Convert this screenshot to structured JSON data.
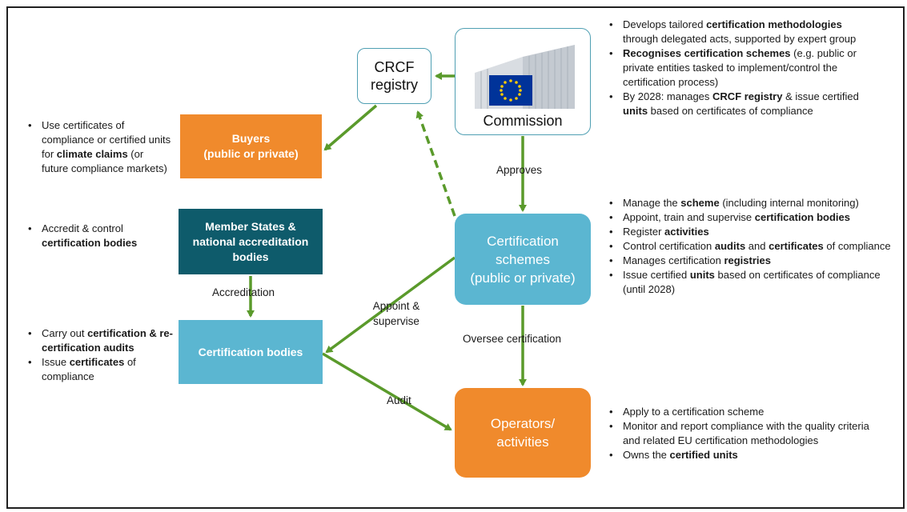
{
  "crcf": {
    "line1": "CRCF",
    "line2": "registry"
  },
  "commission": {
    "label": "Commission"
  },
  "buyers": {
    "line1": "Buyers",
    "line2": "(public or private)"
  },
  "member_states": {
    "line1": "Member States &",
    "line2": "national accreditation",
    "line3": "bodies"
  },
  "cert_bodies": {
    "label": "Certification bodies"
  },
  "schemes": {
    "line1": "Certification",
    "line2": "schemes",
    "line3": "(public or private)"
  },
  "operators": {
    "line1": "Operators/",
    "line2": "activities"
  },
  "flows": {
    "approves": "Approves",
    "accreditation": "Accreditation",
    "appoint_1": "Appoint &",
    "appoint_2": "supervise",
    "oversee": "Oversee certification",
    "audit": "Audit"
  },
  "notes": {
    "commission": [
      [
        {
          "t": "Develops tailored "
        },
        {
          "t": "certification methodologies",
          "b": true
        },
        {
          "t": " through delegated acts, supported by expert group"
        }
      ],
      [
        {
          "t": "Recognises certification schemes",
          "b": true
        },
        {
          "t": " (e.g. public or private entities tasked to implement/control the certification process)"
        }
      ],
      [
        {
          "t": "By 2028: manages "
        },
        {
          "t": "CRCF registry",
          "b": true
        },
        {
          "t": " & issue certified "
        },
        {
          "t": "units",
          "b": true
        },
        {
          "t": " based on certificates of compliance"
        }
      ]
    ],
    "buyers": [
      [
        {
          "t": "Use certificates of compliance or certified units for "
        },
        {
          "t": "climate claims",
          "b": true
        },
        {
          "t": " (or future compliance markets)"
        }
      ]
    ],
    "member_states": [
      [
        {
          "t": "Accredit & control "
        },
        {
          "t": "certification bodies",
          "b": true
        }
      ]
    ],
    "schemes": [
      [
        {
          "t": "Manage the "
        },
        {
          "t": "scheme",
          "b": true
        },
        {
          "t": " (including internal monitoring)"
        }
      ],
      [
        {
          "t": "Appoint, train and supervise "
        },
        {
          "t": "certification bodies",
          "b": true
        }
      ],
      [
        {
          "t": "Register "
        },
        {
          "t": "activities",
          "b": true
        }
      ],
      [
        {
          "t": "Control certification "
        },
        {
          "t": "audits",
          "b": true
        },
        {
          "t": " and "
        },
        {
          "t": "certificates",
          "b": true
        },
        {
          "t": " of compliance"
        }
      ],
      [
        {
          "t": "Manages certification "
        },
        {
          "t": "registries",
          "b": true
        }
      ],
      [
        {
          "t": "Issue certified "
        },
        {
          "t": "units",
          "b": true
        },
        {
          "t": " based on certificates of compliance (until 2028)"
        }
      ]
    ],
    "cert_bodies": [
      [
        {
          "t": "Carry out "
        },
        {
          "t": "certification & re-certification audits",
          "b": true
        }
      ],
      [
        {
          "t": "Issue "
        },
        {
          "t": "certificates",
          "b": true
        },
        {
          "t": " of compliance"
        }
      ]
    ],
    "operators": [
      [
        {
          "t": "Apply to a certification scheme"
        }
      ],
      [
        {
          "t": "Monitor and report compliance with the quality criteria and related EU certification methodologies"
        }
      ],
      [
        {
          "t": "Owns the "
        },
        {
          "t": "certified units",
          "b": true
        }
      ]
    ]
  },
  "colors": {
    "arrow": "#5a9a2b",
    "orange": "#f08a2c",
    "blue": "#5bb6d1",
    "teal": "#0e5b6b",
    "eu_blue": "#003399",
    "eu_star": "#ffcc00"
  },
  "icons": {
    "commission_building": "berlaymont-building-icon",
    "eu_flag": "eu-flag-icon"
  }
}
